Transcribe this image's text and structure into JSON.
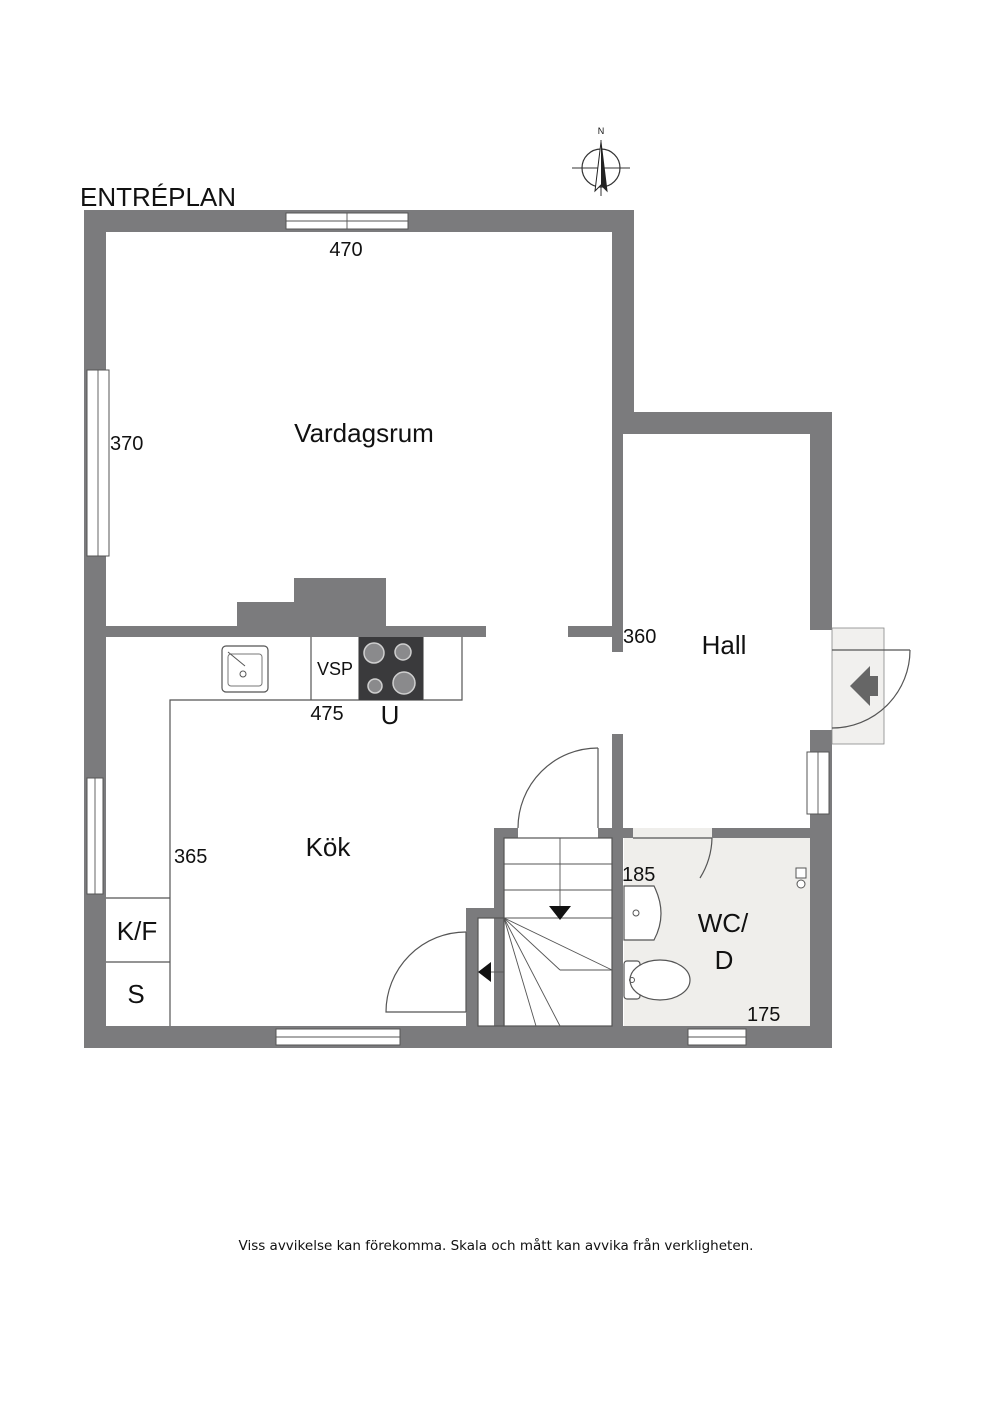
{
  "plan": {
    "title": "ENTRÉPLAN",
    "compass": {
      "label": "N"
    },
    "rooms": {
      "vardagsrum": "Vardagsrum",
      "hall": "Hall",
      "kok": "Kök",
      "wc_line1": "WC/",
      "wc_line2": "D"
    },
    "dimensions": {
      "vardagsrum_width": "470",
      "vardagsrum_depth": "370",
      "hall_depth": "360",
      "kok_width": "475",
      "kok_depth": "365",
      "wc_depth": "185",
      "wc_width": "175"
    },
    "appliances": {
      "dishwasher": "VSP",
      "oven": "U",
      "fridge_freezer": "K/F",
      "cabinet": "S"
    }
  },
  "footer": {
    "disclaimer": "Viss avvikelse kan förekomma. Skala och mått kan avvika från verkligheten."
  },
  "colors": {
    "wall": "#7b7b7d",
    "wc_floor": "#efeeeb",
    "stove": "#3a3a3c"
  }
}
